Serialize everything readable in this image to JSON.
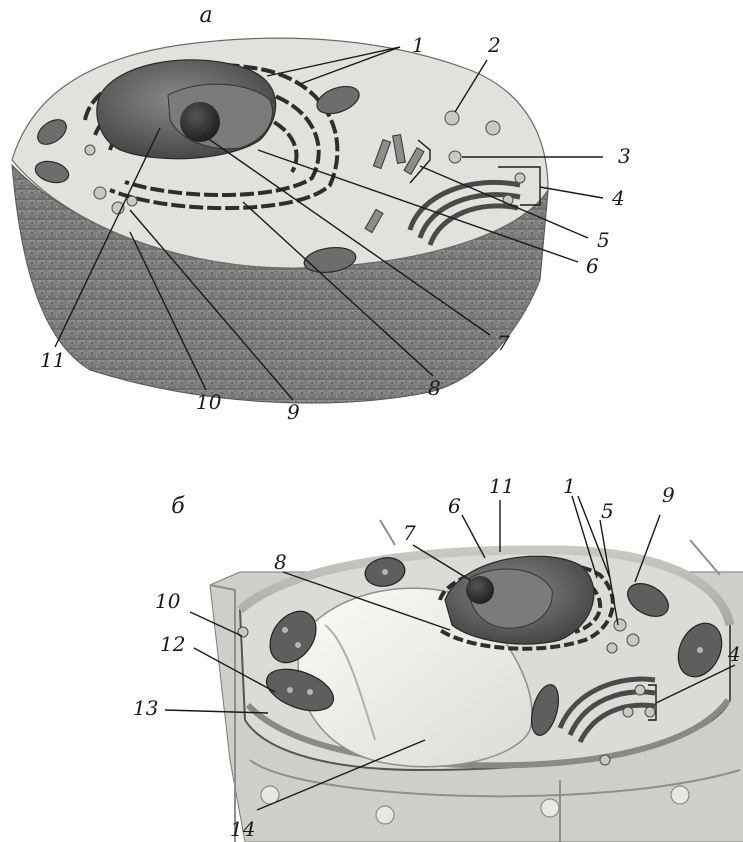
{
  "figure_a": {
    "caption": "а",
    "labels": [
      "1",
      "2",
      "3",
      "4",
      "5",
      "6",
      "7",
      "8",
      "9",
      "10",
      "11"
    ]
  },
  "figure_b": {
    "caption": "б",
    "labels": [
      "1",
      "4",
      "5",
      "6",
      "7",
      "8",
      "9",
      "10",
      "11",
      "12",
      "13",
      "14"
    ]
  }
}
